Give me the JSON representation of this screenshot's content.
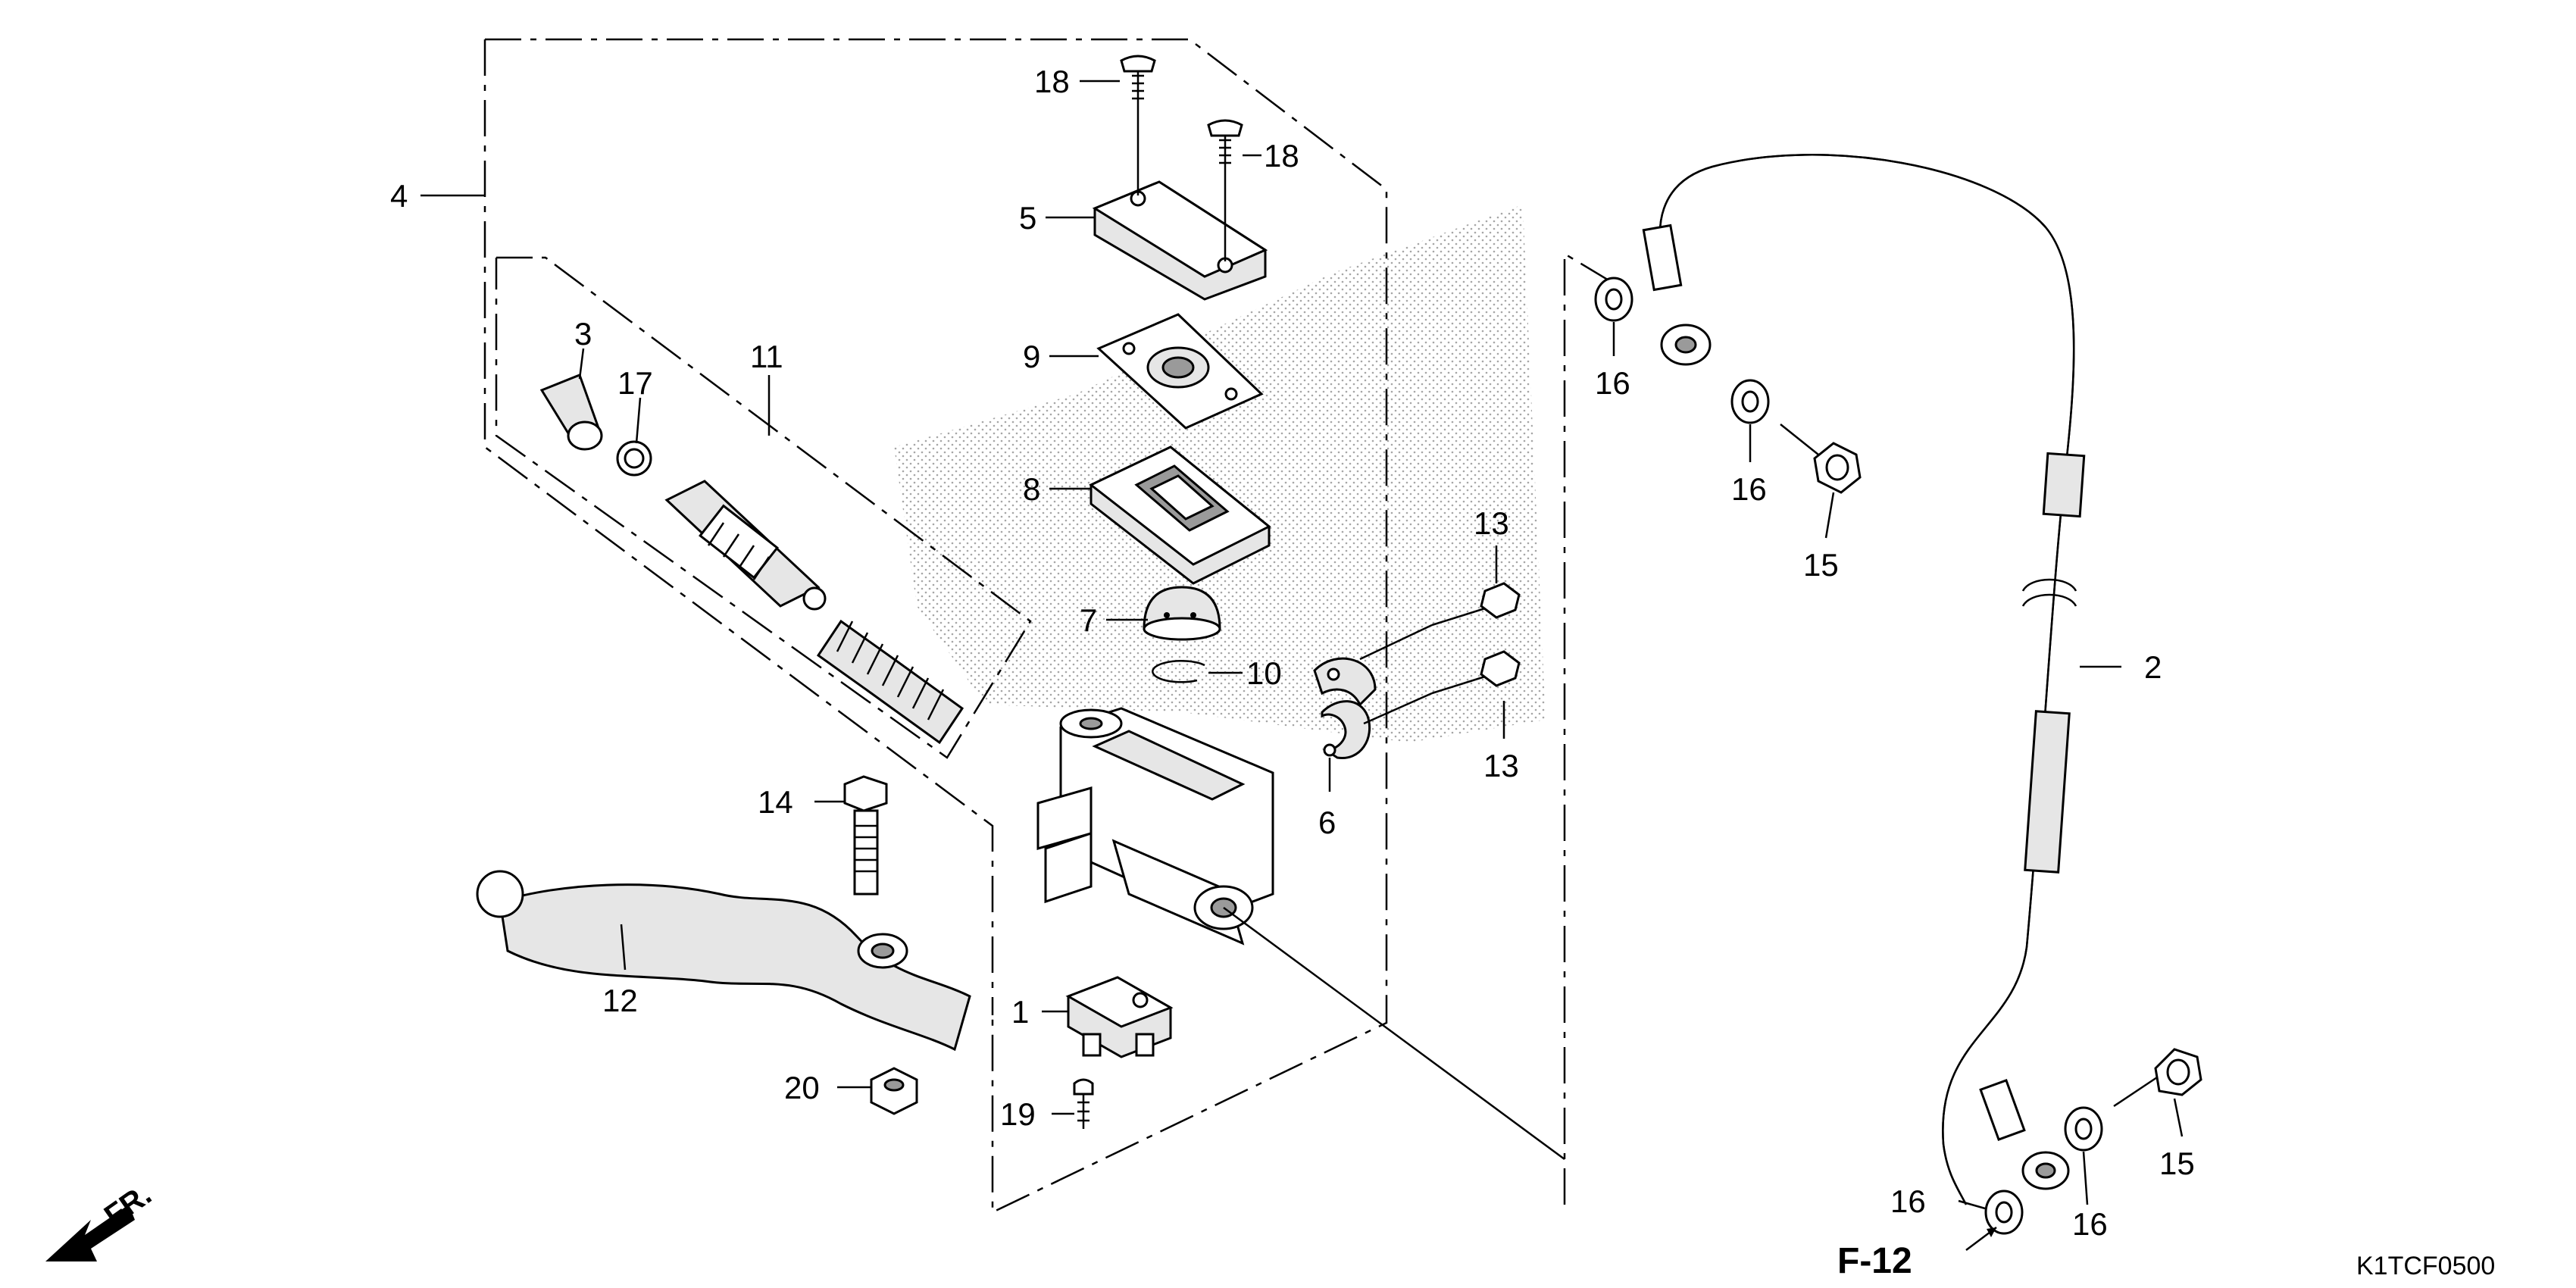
{
  "callouts": {
    "c1": "1",
    "c2": "2",
    "c3": "3",
    "c4": "4",
    "c5": "5",
    "c6": "6",
    "c7": "7",
    "c8": "8",
    "c9": "9",
    "c10": "10",
    "c11": "11",
    "c12": "12",
    "c13a": "13",
    "c13b": "13",
    "c14": "14",
    "c15a": "15",
    "c15b": "15",
    "c16a": "16",
    "c16b": "16",
    "c16c": "16",
    "c16d": "16",
    "c17": "17",
    "c18a": "18",
    "c18b": "18",
    "c19": "19",
    "c20": "20"
  },
  "footer": {
    "ref_page": "F-12",
    "diagram_code": "K1TCF0500",
    "front_marker": "FR."
  }
}
